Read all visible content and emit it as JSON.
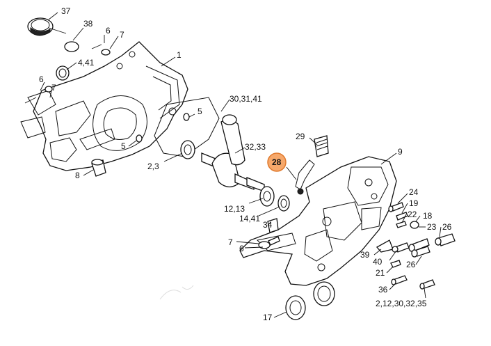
{
  "diagram": {
    "highlight_color": "#f6a86b",
    "highlight_stroke": "#e07a2e",
    "callouts": {
      "c37": "37",
      "c38": "38",
      "c6_top": "6",
      "c7_top": "7",
      "c1": "1",
      "c4_41": "4,41",
      "c6_left": "6",
      "c7_left": "7",
      "c30_31_41": "30,31,41",
      "c5_right": "5",
      "c5_left": "5",
      "c32_33": "32,33",
      "c2_3": "2,3",
      "c8": "8",
      "c29": "29",
      "c28": "28",
      "c9": "9",
      "c12_13": "12,13",
      "c14_41": "14,41",
      "c34": "34",
      "c7_mid": "7",
      "c6_mid": "6",
      "c24": "24",
      "c19": "19",
      "c22": "22",
      "c18": "18",
      "c23": "23",
      "c26_top": "26",
      "c39": "39",
      "c40": "40",
      "c26_bot": "26",
      "c21": "21",
      "c36": "36",
      "c2_12_30_32_35": "2,12,30,32,35",
      "c17": "17"
    }
  }
}
